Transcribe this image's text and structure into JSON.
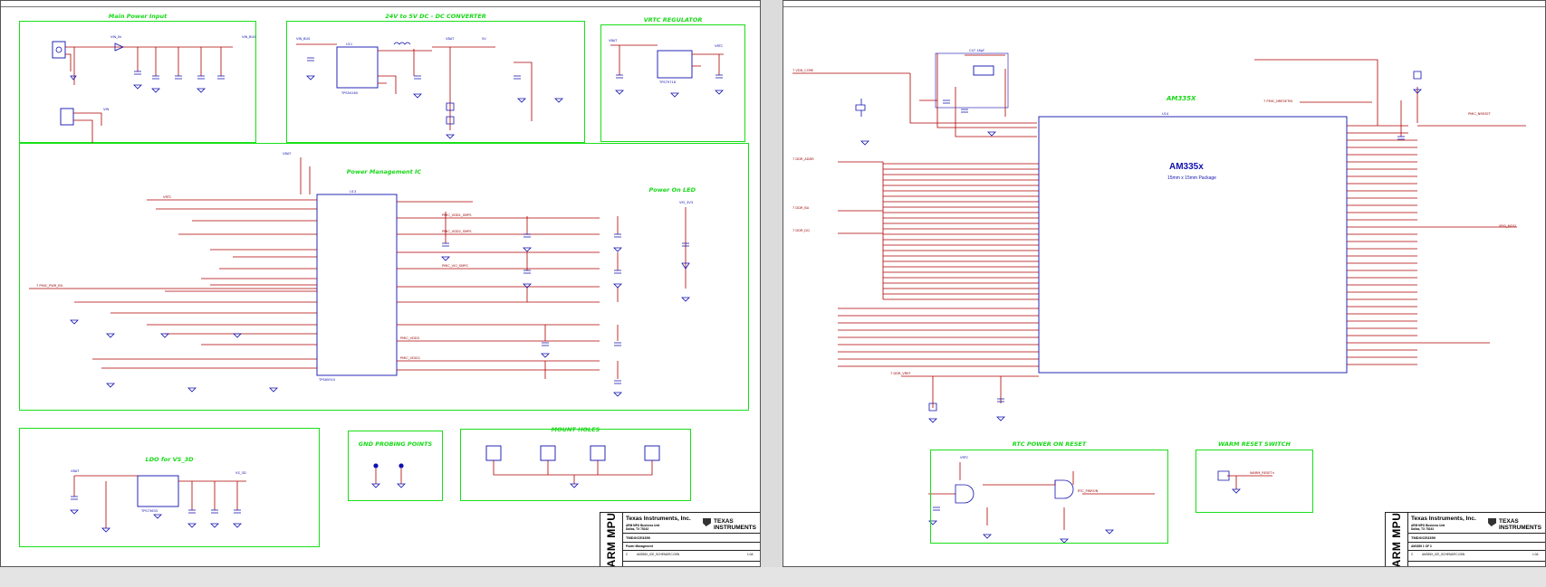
{
  "sheet1": {
    "blocks": {
      "main_power_input": "Main Power Input",
      "dc_dc_converter": "24V to 5V DC - DC CONVERTER",
      "vrtc_regulator": "VRTC REGULATOR",
      "power_management_ic": "Power Management IC",
      "power_on_led": "Power On LED",
      "ldo_vs_3d": "LDO for VS_3D",
      "gnd_probing_points": "GND PROBING POINTS",
      "mount_holes": "MOUNT HOLES"
    },
    "title_block": {
      "vertical_text": "ARM MPU",
      "company": "Texas Instruments, Inc.",
      "subtitle_1": "ARM MPU Business Unit",
      "subtitle_2": "Dallas, TX 75243",
      "project": "TMDXICE3359",
      "sheet_name": "Power Management",
      "logo_line1": "TEXAS",
      "logo_line2": "INSTRUMENTS",
      "cell_size": "C",
      "cell_doc": "AM335X_ICE_SCHEMATIC.DSN",
      "cell_rev": "1.0A"
    }
  },
  "sheet2": {
    "blocks": {
      "rtc_power_on_reset": "RTC POWER ON RESET",
      "warm_reset_switch": "WARM RESET SWITCH"
    },
    "mpu_label": "AM335X",
    "chip_name": "AM335x",
    "chip_package": "15mm x 15mm Package",
    "title_block": {
      "vertical_text": "ARM MPU",
      "company": "Texas Instruments, Inc.",
      "subtitle_1": "ARM MPU Business Unit",
      "subtitle_2": "Dallas, TX 75243",
      "project": "TMDXICE3359",
      "sheet_name": "AM3359 1 OF 3",
      "logo_line1": "TEXAS",
      "logo_line2": "INSTRUMENTS",
      "cell_size": "C",
      "cell_doc": "AM335X_ICE_SCHEMATIC.DSN",
      "cell_rev": "1.0A"
    }
  },
  "colors": {
    "wire": "#b00000",
    "component": "#1010b0",
    "block_outline": "#18e018",
    "background": "#ffffff"
  }
}
